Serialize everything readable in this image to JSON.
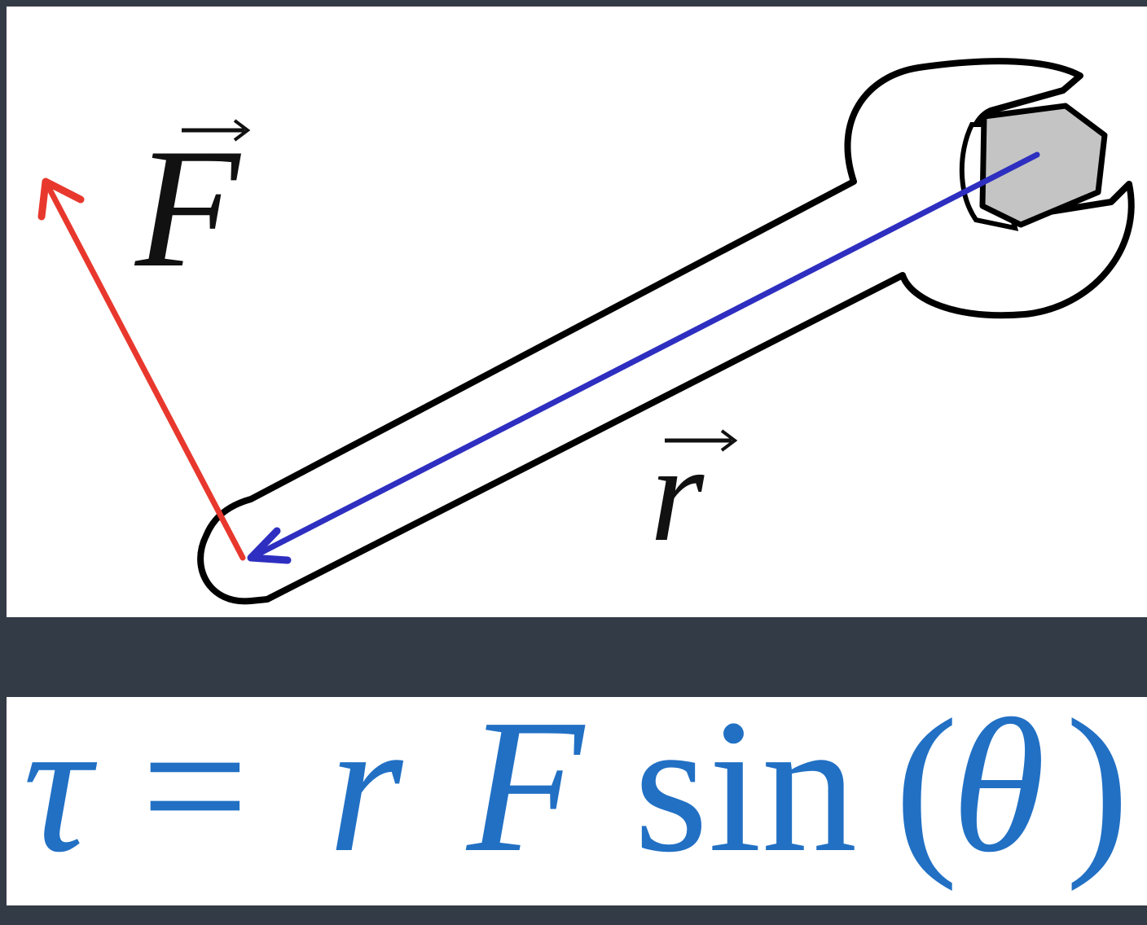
{
  "diagram": {
    "force_label": "F",
    "radius_label": "r",
    "colors": {
      "force_vector": "#e8382e",
      "radius_vector": "#2e2fc0",
      "bolt": "#c4c4c4",
      "outline": "#000000"
    }
  },
  "equation": {
    "tau": "τ",
    "equals": "=",
    "r": "r",
    "F": "F",
    "sin": "sin",
    "open": "(",
    "theta": "θ",
    "close": ")",
    "color": "#2170c4"
  }
}
